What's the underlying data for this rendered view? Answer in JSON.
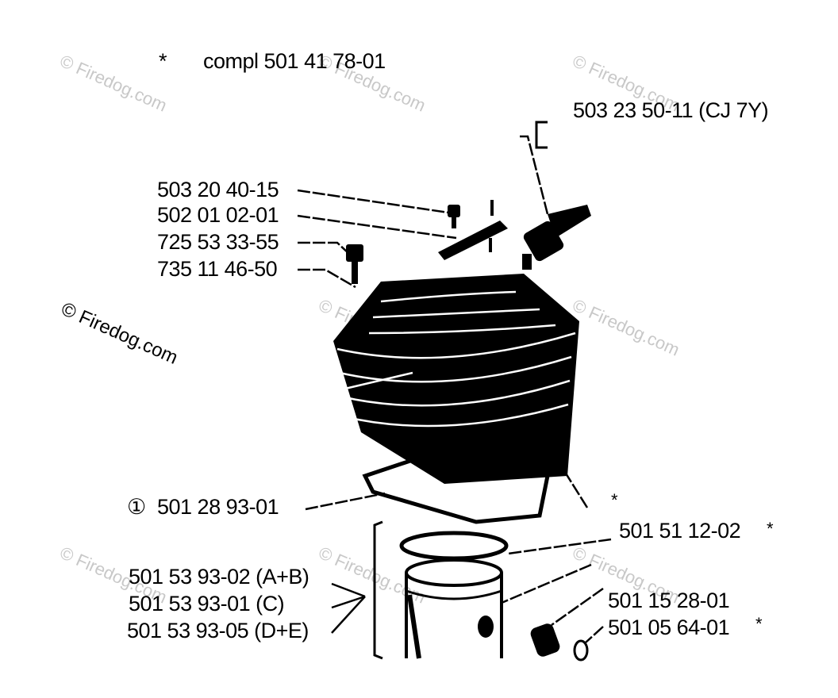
{
  "header": {
    "asterisk": "*",
    "text": "compl 501 41 78-01"
  },
  "watermark": {
    "text": "© Firedog.com"
  },
  "parts": {
    "spark_plug": "503 23 50-11 (CJ 7Y)",
    "screw": "503 20 40-15",
    "plate": "502 01 02-01",
    "screw2": "725 53 33-55",
    "washer": "735 11 46-50",
    "gasket_symbol": "①",
    "gasket": "501 28 93-01",
    "cylinder_asterisk": "*",
    "ring": "501 51 12-02",
    "ring_asterisk": "*",
    "piston_ab": "501 53 93-02 (A+B)",
    "piston_c": "501 53 93-01 (C)",
    "piston_de": "501 53 93-05 (D+E)",
    "pin": "501 15 28-01",
    "circlip": "501 05 64-01",
    "circlip_asterisk": "*"
  }
}
